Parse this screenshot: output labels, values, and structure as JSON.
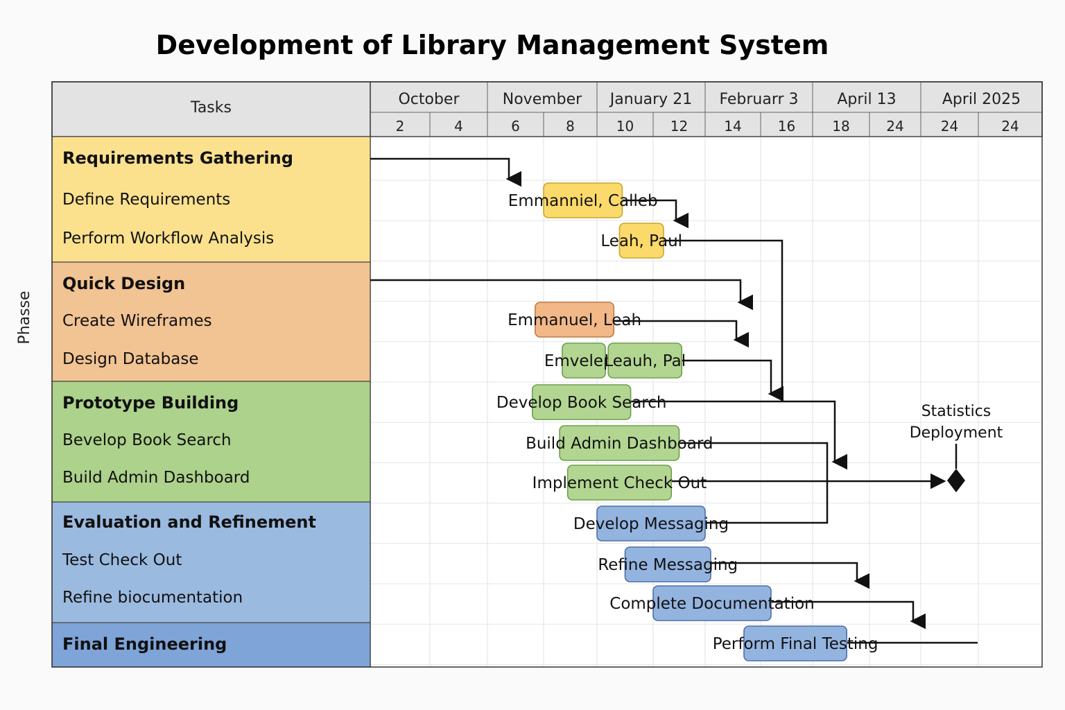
{
  "title": "Development of Library Management System",
  "y_axis_label": "Phasse",
  "tasks_header": "Tasks",
  "months": [
    "October",
    "November",
    "January 21",
    "Februarr 3",
    "April 13",
    "April 2025"
  ],
  "ticks": [
    "2",
    "4",
    "6",
    "8",
    "10",
    "12",
    "14",
    "16",
    "18",
    "24",
    "24",
    "24"
  ],
  "colors": {
    "yellow": "#fbe18e",
    "yellow_bar": "#fbd96a",
    "yellow_stroke": "#c8a62e",
    "orange": "#f2c393",
    "orange_bar": "#f2b888",
    "orange_stroke": "#c07a44",
    "green": "#acd28b",
    "green_bar": "#b2d691",
    "green_stroke": "#6e9d4b",
    "blue": "#9bbae0",
    "blue_bar": "#94b4e0",
    "blue_stroke": "#4d6fa8",
    "blue_dark": "#7ea4d8",
    "header": "#e3e3e3"
  },
  "phases": [
    {
      "name": "Requirements Gathering",
      "color": "yellow",
      "tasks": [
        "Define Requirements",
        "Perform Workflow Analysis"
      ]
    },
    {
      "name": "Quick Design",
      "color": "orange",
      "tasks": [
        "Create Wireframes",
        "Design Database"
      ]
    },
    {
      "name": "Prototype Building",
      "color": "green",
      "tasks": [
        "Bevelop Book Search",
        "Build Admin Dashboard"
      ]
    },
    {
      "name": "Evaluation and Refinement",
      "color": "blue",
      "tasks": [
        "Test Check Out",
        "Refine biocumentation"
      ]
    },
    {
      "name": "Final Engineering",
      "color": "blue_dark",
      "tasks": []
    }
  ],
  "bars": [
    {
      "label": "Emmanniel, Calleb",
      "color": "yellow",
      "start": 3.0,
      "end": 4.45
    },
    {
      "label": "Leah, Paul",
      "color": "yellow",
      "start": 4.4,
      "end": 5.2
    },
    {
      "label": "Emmanuel, Leah",
      "color": "orange",
      "start": 2.85,
      "end": 4.3
    },
    {
      "label": "Emveleph",
      "color": "green",
      "start": 3.35,
      "end": 4.15
    },
    {
      "label": "Leauh, Pal",
      "color": "green",
      "start": 4.2,
      "end": 5.55
    },
    {
      "label": "Develop Book Search",
      "color": "green",
      "start": 2.8,
      "end": 4.6
    },
    {
      "label": "Build Admin Dashboard",
      "color": "green",
      "start": 3.3,
      "end": 5.5
    },
    {
      "label": "Implement Check Out",
      "color": "green",
      "start": 3.45,
      "end": 5.35
    },
    {
      "label": "Develop Messaging",
      "color": "blue",
      "start": 4.0,
      "end": 6.0
    },
    {
      "label": "Refine Messaging",
      "color": "blue",
      "start": 4.5,
      "end": 6.1
    },
    {
      "label": "Complete Documentation",
      "color": "blue",
      "start": 5.0,
      "end": 7.2
    },
    {
      "label": "Perform Final Testing",
      "color": "blue",
      "start": 6.7,
      "end": 8.6
    }
  ],
  "milestone": {
    "label_line1": "Statistics",
    "label_line2": "Deployment",
    "at": 11.0
  }
}
